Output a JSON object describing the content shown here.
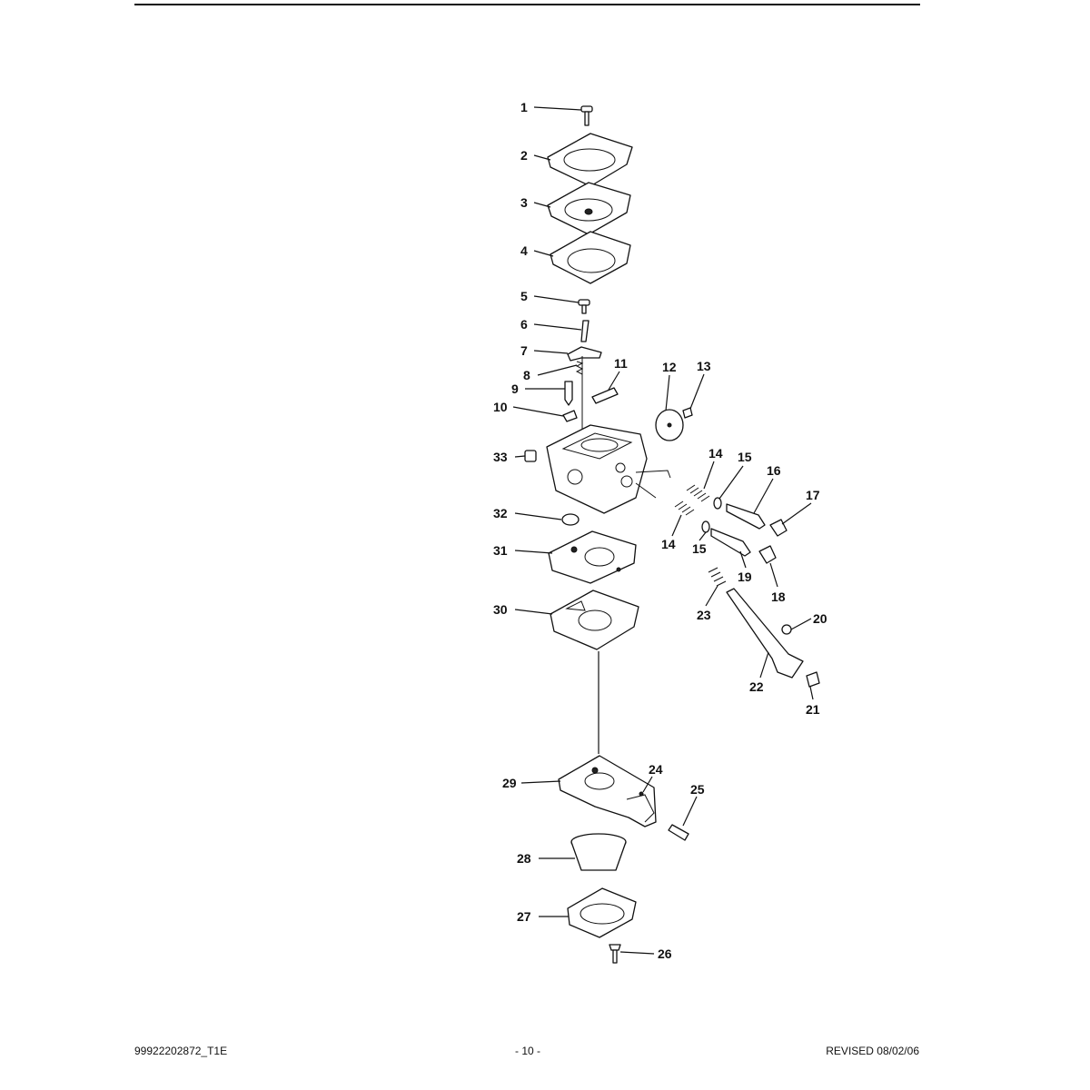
{
  "callouts": [
    "1",
    "2",
    "3",
    "4",
    "5",
    "6",
    "7",
    "8",
    "9",
    "10",
    "11",
    "12",
    "13",
    "14",
    "15",
    "16",
    "17",
    "32",
    "31",
    "30",
    "14",
    "15",
    "19",
    "18",
    "23",
    "20",
    "22",
    "21",
    "33",
    "29",
    "24",
    "25",
    "28",
    "27",
    "26"
  ],
  "footer": {
    "doc_id": "99922202872_T1E",
    "page": "- 10 -",
    "revised": "REVISED 08/02/06"
  }
}
